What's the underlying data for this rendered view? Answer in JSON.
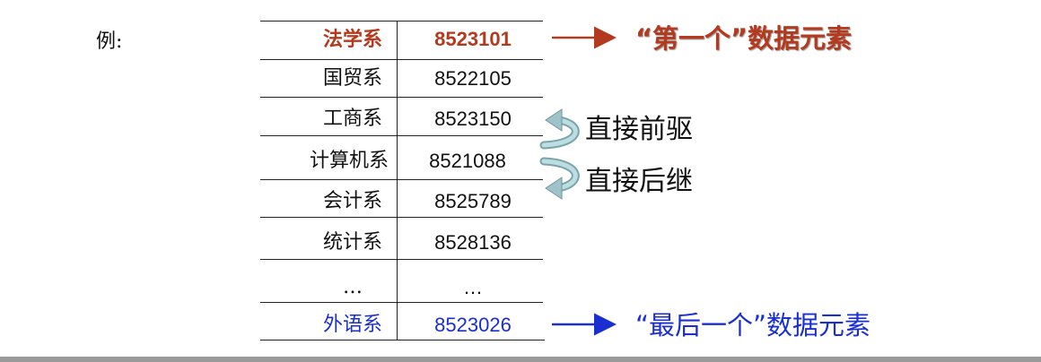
{
  "example_label": "例:",
  "rows": [
    {
      "name": "法学系",
      "code": "8523101"
    },
    {
      "name": "国贸系",
      "code": "8522105"
    },
    {
      "name": "工商系",
      "code": "8523150"
    },
    {
      "name": "计算机系",
      "code": "8521088"
    },
    {
      "name": "会计系",
      "code": "8525789"
    },
    {
      "name": "统计系",
      "code": "8528136"
    },
    {
      "name": "…",
      "code": "…"
    },
    {
      "name": "外语系",
      "code": "8523026"
    }
  ],
  "annotations": {
    "first_element": "“第一个”数据元素",
    "last_element": "“最后一个”数据元素",
    "predecessor": "直接前驱",
    "successor": "直接后继"
  },
  "colors": {
    "first": "#b33a1e",
    "last": "#1a2fd0",
    "curved_arrow": "#9fc3c9"
  }
}
